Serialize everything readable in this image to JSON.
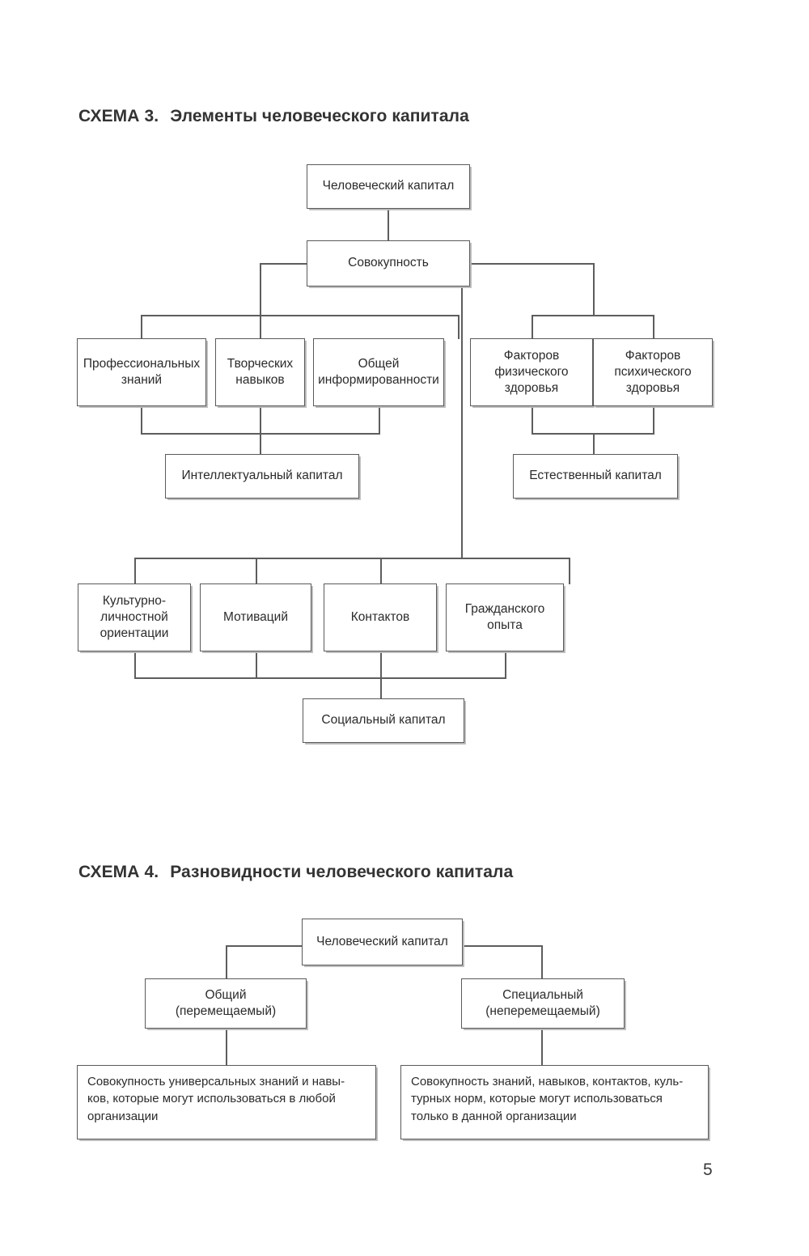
{
  "page": {
    "number": "5",
    "background": "#ffffff",
    "line_color": "#5d5d5d",
    "text_color": "#2b2b2b"
  },
  "scheme3": {
    "heading_number": "СХЕМА 3.",
    "heading_title": "Элементы человеческого капитала",
    "nodes": {
      "root": "Человеческий капитал",
      "aggregate": "Совокупность",
      "prof_knowledge": "Профессиональных\nзнаний",
      "creative_skills": "Творческих\nнавыков",
      "general_awareness": "Общей\nинформированности",
      "physical_health": "Факторов\nфизического\nздоровья",
      "mental_health": "Факторов\nпсихического\nздоровья",
      "intellectual_capital": "Интеллектуальный капитал",
      "natural_capital": "Естественный капитал",
      "cultural_orientation": "Культурно-\nличностной\nориентации",
      "motivations": "Мотиваций",
      "contacts": "Контактов",
      "civic_experience": "Гражданского\nопыта",
      "social_capital": "Социальный капитал"
    }
  },
  "scheme4": {
    "heading_number": "СХЕМА 4.",
    "heading_title": "Разновидности человеческого капитала",
    "nodes": {
      "root": "Человеческий капитал",
      "general": "Общий\n(перемещаемый)",
      "special": "Специальный\n(неперемещаемый)",
      "general_desc_line1": "Совокупность универсальных знаний и навы-",
      "general_desc_line2": "ков, которые могут использоваться в любой",
      "general_desc_line3": "организации",
      "special_desc_line1": "Совокупность знаний, навыков, контактов, куль-",
      "special_desc_line2": "турных норм, которые могут использоваться",
      "special_desc_line3": "только в данной организации"
    }
  }
}
